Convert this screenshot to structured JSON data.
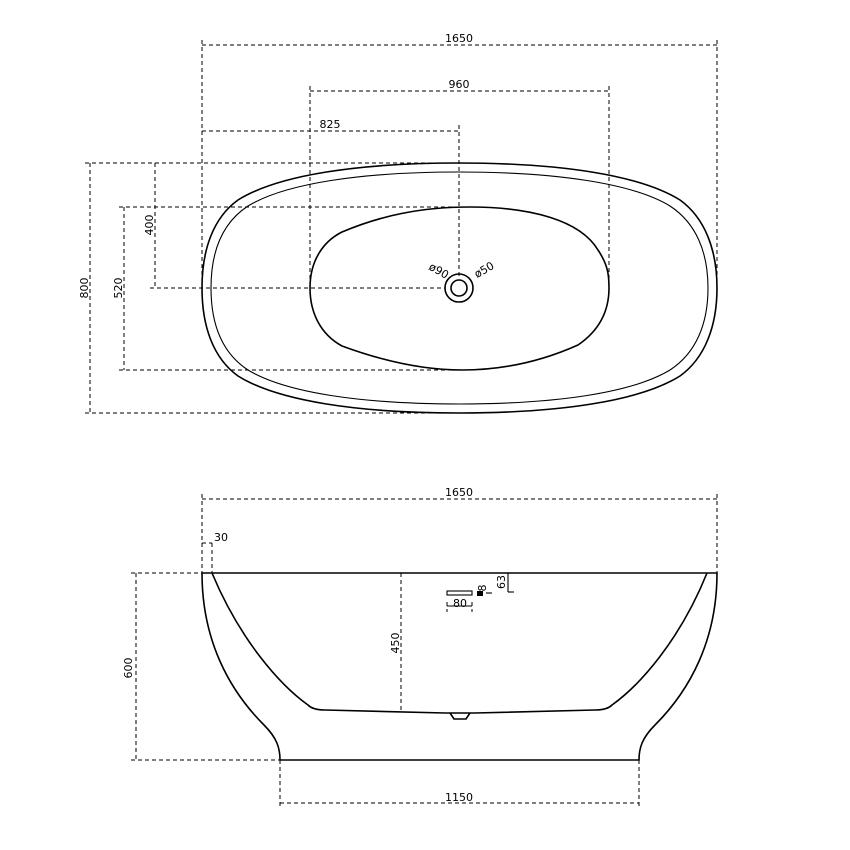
{
  "top_view": {
    "overall_length": "1650",
    "basin_length": "960",
    "drain_offset": "825",
    "drain_to_edge": "400",
    "overall_width": "800",
    "basin_width": "520",
    "drain_outer_diameter": "ø90",
    "drain_inner_diameter": "ø50"
  },
  "side_view": {
    "overall_length": "1650",
    "rim_thickness": "30",
    "overflow_height": "8",
    "overflow_offset": "63",
    "overflow_width": "80",
    "inner_depth": "450",
    "overall_height": "600",
    "base_length": "1150"
  }
}
